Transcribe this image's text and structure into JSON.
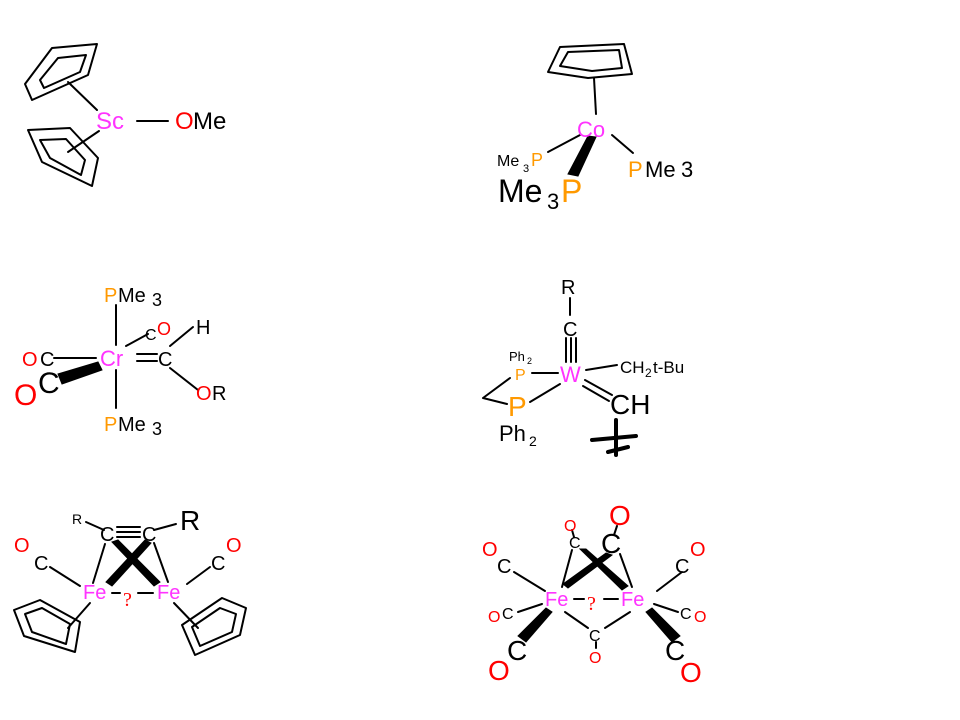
{
  "colors": {
    "metal": "#ff33ff",
    "phosphorus": "#ff9900",
    "oxygen": "#ff0000",
    "bond": "#000000",
    "label": "#000000"
  },
  "structures": [
    {
      "id": "sc-complex",
      "labels": {
        "metal": "Sc",
        "o": "O",
        "me": "Me"
      }
    },
    {
      "id": "co-complex",
      "labels": {
        "metal": "Co",
        "me3a": "Me",
        "sub3a": "3",
        "pa": "P",
        "pb": "P",
        "meb": "Me",
        "sub3b": "3",
        "me3c": "Me",
        "sub3c": "3",
        "pc": "P"
      }
    },
    {
      "id": "cr-complex",
      "labels": {
        "metal": "Cr",
        "p_top": "P",
        "me_top": "Me",
        "sub_top": "3",
        "c_top": "C",
        "o_top": "O",
        "h": "H",
        "o_left": "O",
        "c_left": "C",
        "c_carbene": "C",
        "c_big": "C",
        "o_big": "O",
        "o_r": "O",
        "r": "R",
        "p_bot": "P",
        "me_bot": "Me",
        "sub_bot": "3"
      }
    },
    {
      "id": "w-complex",
      "labels": {
        "r": "R",
        "c": "C",
        "ph_top": "Ph",
        "sub_ph_top": "2",
        "p_top": "P",
        "metal": "W",
        "ch2": "CH",
        "sub_ch2": "2",
        "tbu": "t-Bu",
        "p_big": "P",
        "ch": "CH",
        "ph_bot": "Ph",
        "sub_ph_bot": "2"
      }
    },
    {
      "id": "fe-alkyne-complex",
      "labels": {
        "r_small": "R",
        "c1": "C",
        "c2": "C",
        "r_big": "R",
        "o_left": "O",
        "c_left": "C",
        "c_right": "C",
        "o_right": "O",
        "fe1": "Fe",
        "q": "?",
        "fe2": "Fe"
      }
    },
    {
      "id": "fe2-co9-complex",
      "labels": {
        "o_top_big": "O",
        "o_top_small": "O",
        "c_top_small": "C",
        "c_top_big": "C",
        "o_ul": "O",
        "c_ul": "C",
        "c_ur": "C",
        "o_ur": "O",
        "o_ml": "O",
        "c_ml": "C",
        "fe1": "Fe",
        "q": "?",
        "fe2": "Fe",
        "c_mr": "C",
        "o_mr": "O",
        "c_bl": "C",
        "c_mid_bot": "C",
        "c_br": "C",
        "o_mid_bot": "O",
        "o_bl": "O",
        "o_br": "O"
      }
    }
  ]
}
